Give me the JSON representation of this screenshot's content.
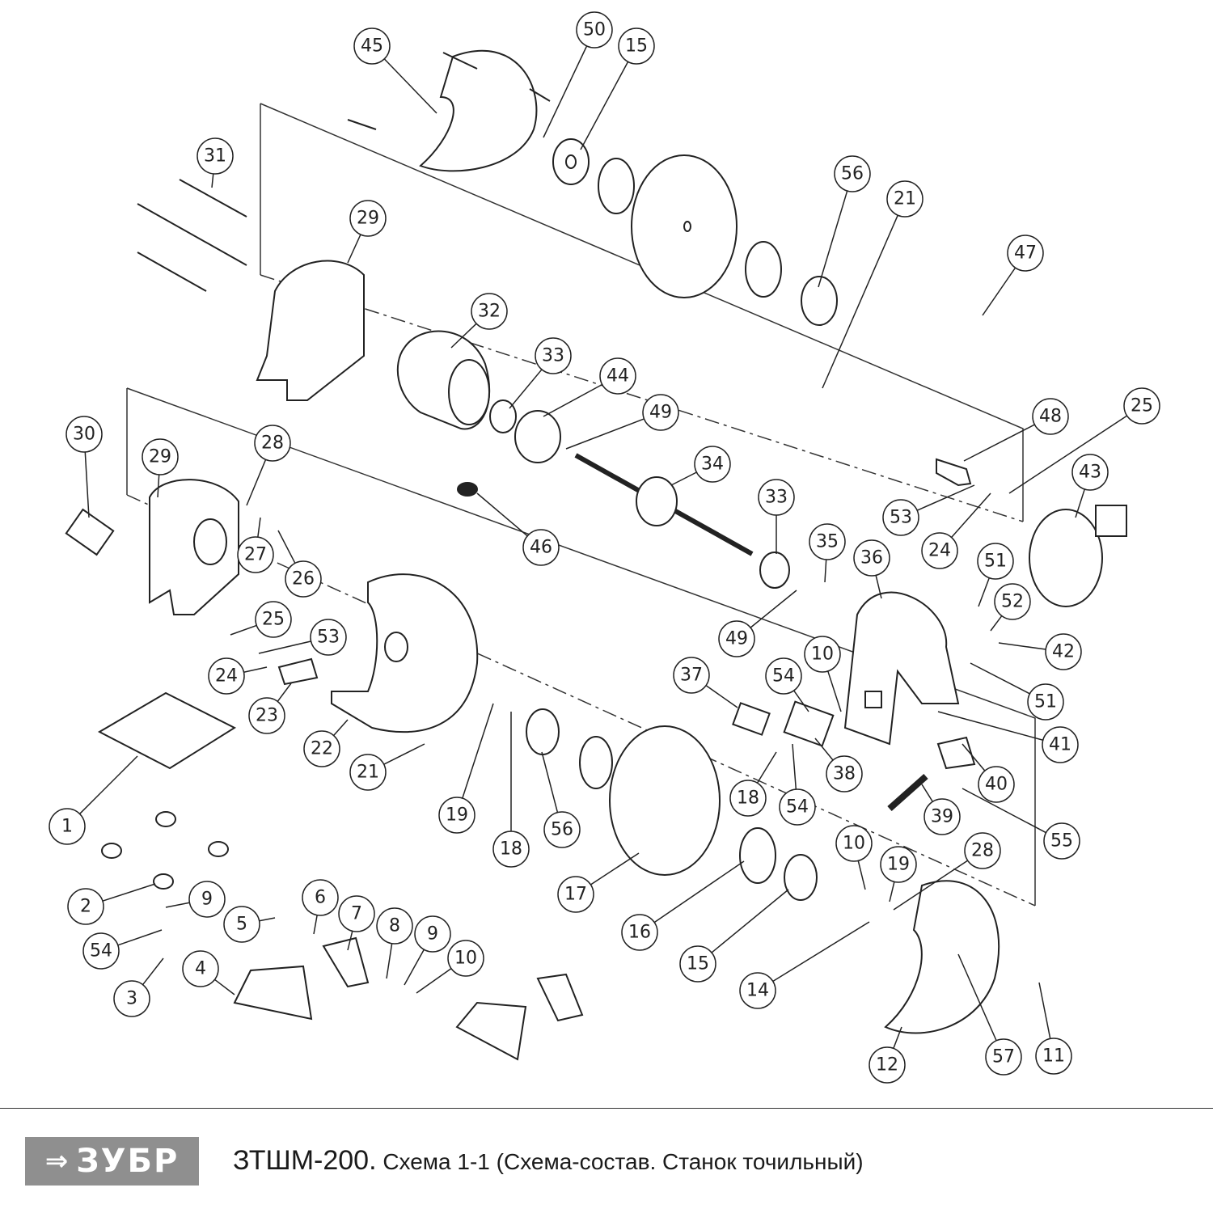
{
  "title": {
    "model": "ЗТШМ-200.",
    "description": "Схема 1-1 (Схема-состав. Станок точильный)"
  },
  "logo": {
    "mark": "⇒",
    "text": "ЗУБР",
    "color": "#8f8f8f"
  },
  "part_numbers": [
    "45",
    "50",
    "15",
    "31",
    "29",
    "56",
    "21",
    "47",
    "32",
    "33",
    "44",
    "49",
    "48",
    "25",
    "30",
    "29",
    "28",
    "34",
    "46",
    "33",
    "53",
    "24",
    "43",
    "27",
    "26",
    "35",
    "36",
    "51",
    "52",
    "25",
    "53",
    "49",
    "42",
    "24",
    "37",
    "54",
    "10",
    "51",
    "23",
    "22",
    "21",
    "38",
    "41",
    "40",
    "18",
    "54",
    "39",
    "55",
    "1",
    "19",
    "18",
    "56",
    "10",
    "19",
    "28",
    "17",
    "16",
    "15",
    "14",
    "2",
    "9",
    "6",
    "7",
    "8",
    "9",
    "10",
    "5",
    "54",
    "4",
    "3",
    "12",
    "57",
    "11"
  ]
}
